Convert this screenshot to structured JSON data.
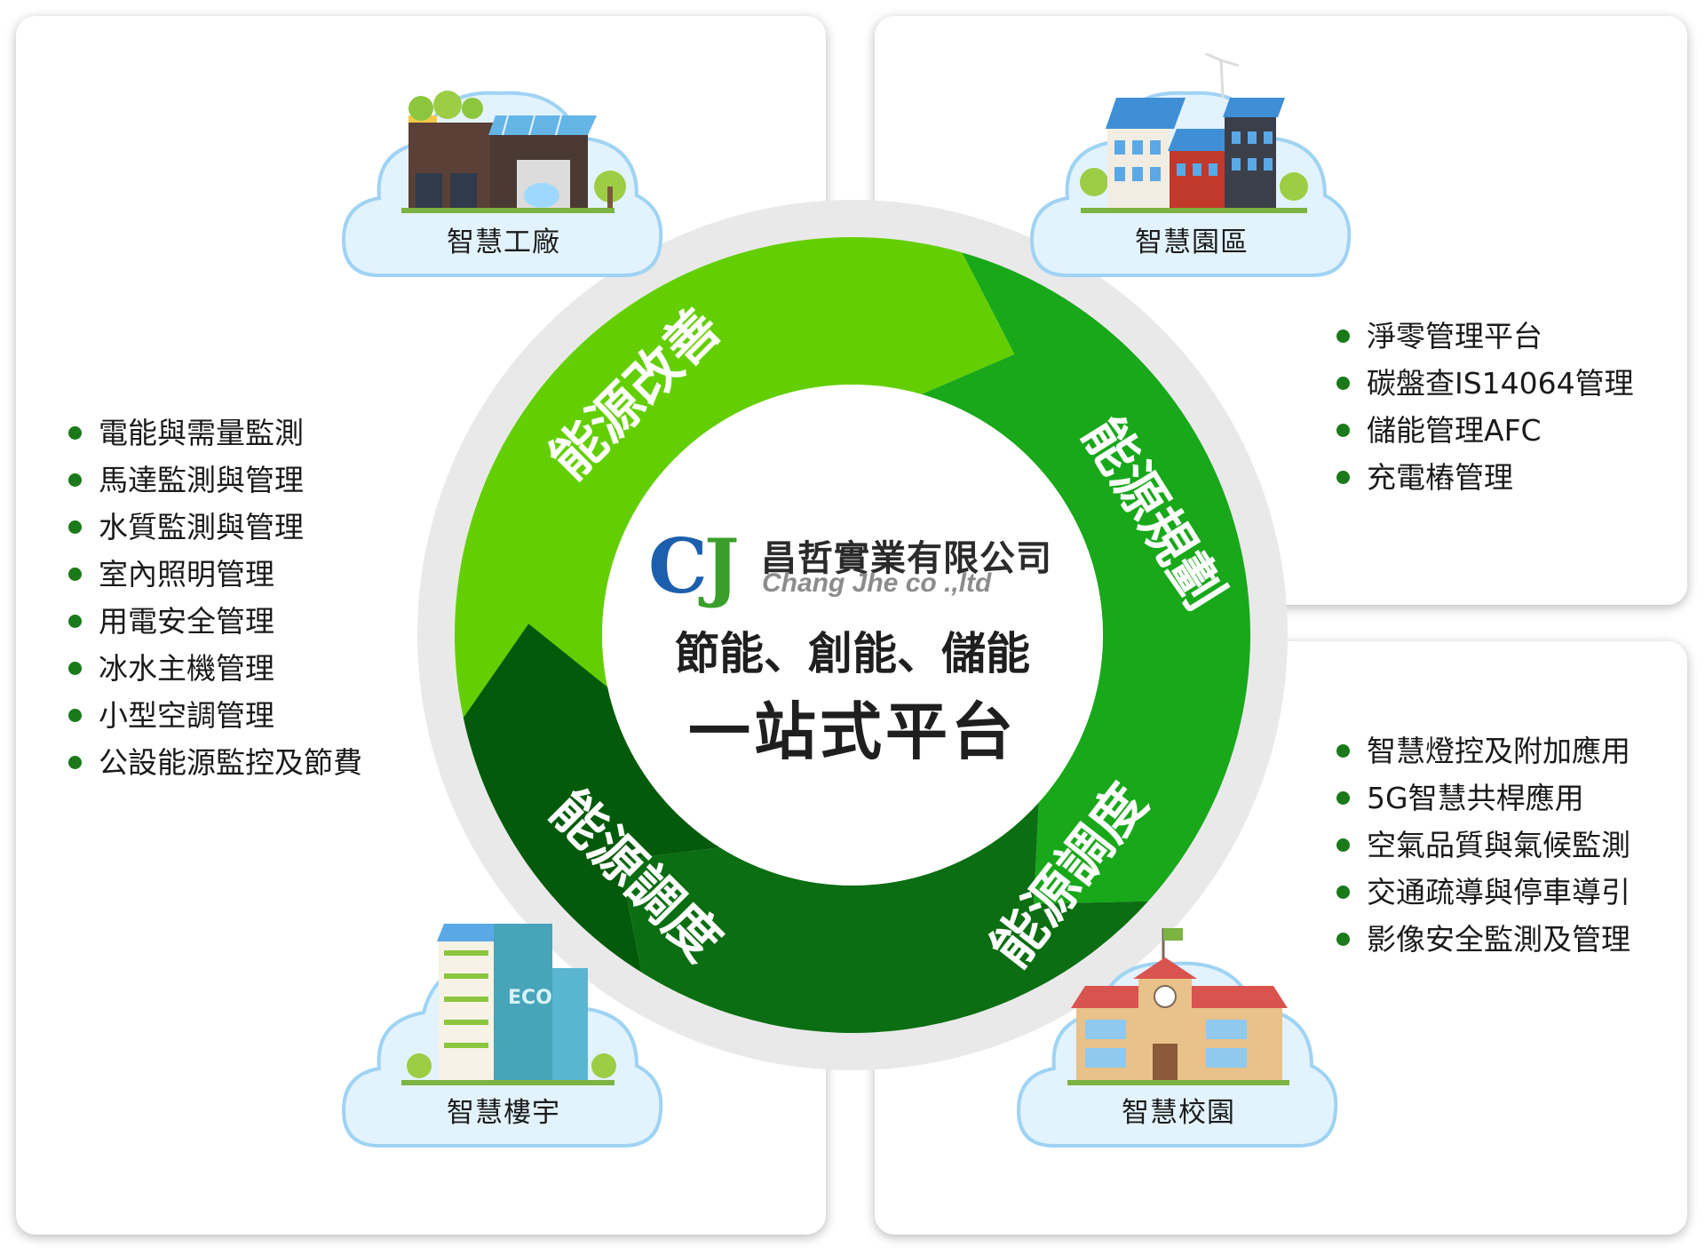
{
  "center": {
    "logo_c": "C",
    "logo_j": "J",
    "company_name": "昌哲實業有限公司",
    "company_en": "Chang Jhe co .,ltd",
    "tagline": "節能、創能、儲能",
    "tagline2": "一站式平台"
  },
  "ring": {
    "segments": [
      {
        "label": "能源改善",
        "color": "#63cf00"
      },
      {
        "label": "能源規劃",
        "color": "#18a81a"
      },
      {
        "label": "能源調度",
        "color": "#0b6e12"
      },
      {
        "label": "能源調度",
        "color": "#045a0b"
      }
    ],
    "track_color": "#e9e9e9"
  },
  "clouds": {
    "factory": "智慧工廠",
    "park": "智慧園區",
    "building": "智慧樓宇",
    "campus": "智慧校園"
  },
  "lists": {
    "left": [
      "電能與需量監測",
      "馬達監測與管理",
      "水質監測與管理",
      "室內照明管理",
      "用電安全管理",
      "冰水主機管理",
      "小型空調管理",
      "公設能源監控及節費"
    ],
    "top_right": [
      "淨零管理平台",
      "碳盤查IS14064管理",
      "儲能管理AFC",
      "充電樁管理"
    ],
    "bottom_right": [
      "智慧燈控及附加應用",
      "5G智慧共桿應用",
      "空氣品質與氣候監測",
      "交通疏導與停車導引",
      "影像安全監測及管理"
    ]
  },
  "colors": {
    "bullet": "#1a7a1a",
    "cloud_fill": "#e3f3fd",
    "cloud_stroke": "#9fd3f3",
    "logo_blue": "#1d5fae",
    "logo_green": "#3a9f2a"
  }
}
